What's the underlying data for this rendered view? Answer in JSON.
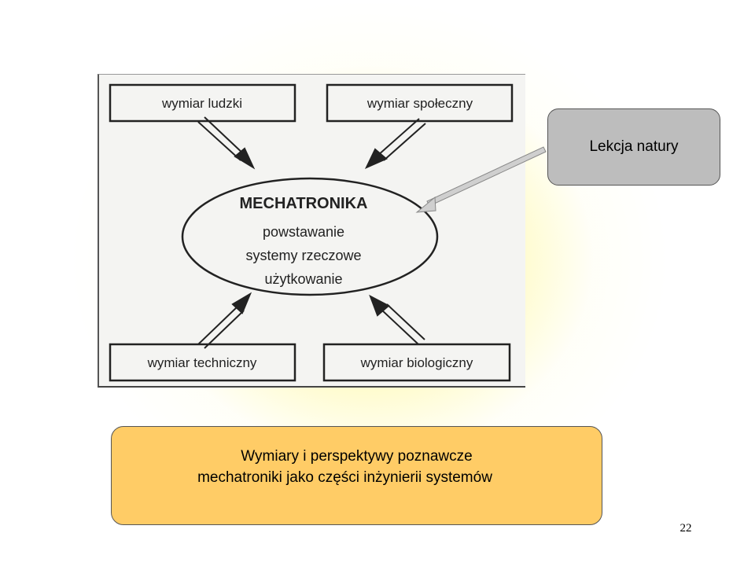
{
  "diagram": {
    "boxes": {
      "top_left": "wymiar ludzki",
      "top_right": "wymiar społeczny",
      "bottom_left": "wymiar techniczny",
      "bottom_right": "wymiar biologiczny"
    },
    "center": {
      "title": "MECHATRONIKA",
      "line1": "powstawanie",
      "line2": "systemy rzeczowe",
      "line3": "użytkowanie"
    }
  },
  "callout": {
    "label": "Lekcja natury",
    "fill_color": "#bdbdbd"
  },
  "caption": {
    "line1": "Wymiary i perspektywy poznawcze",
    "line2": "mechatroniki jako części inżynierii systemów",
    "fill_color": "#ffcc66"
  },
  "page_number": "22",
  "colors": {
    "background_glow": "#fff778"
  }
}
